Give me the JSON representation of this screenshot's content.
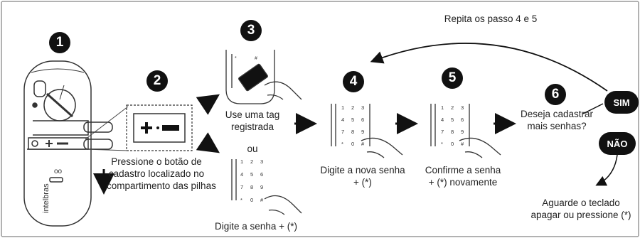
{
  "steps": [
    {
      "number": "1"
    },
    {
      "number": "2",
      "caption_lines": [
        "Pressione o botão de",
        "cadastro localizado no",
        "compartimento das pilhas"
      ]
    },
    {
      "number": "3",
      "caption_lines": [
        "Use uma tag",
        "registrada"
      ],
      "or_label": "ou",
      "alt_caption": "Digite a senha + (*)"
    },
    {
      "number": "4",
      "caption_lines": [
        "Digite a nova senha",
        "+ (*)"
      ]
    },
    {
      "number": "5",
      "caption_lines": [
        "Confirme a senha",
        "+ (*) novamente"
      ]
    },
    {
      "number": "6",
      "caption_lines": [
        "Deseja cadastrar",
        "mais senhas?"
      ]
    }
  ],
  "repeat_label": "Repita os passo 4 e 5",
  "yes_label": "SIM",
  "no_label": "NÃO",
  "no_caption_lines": [
    "Aguarde o teclado",
    "apagar ou pressione (*)"
  ],
  "keypad_keys": [
    "1",
    "2",
    "3",
    "4",
    "5",
    "6",
    "7",
    "8",
    "9",
    "*",
    "0",
    "#"
  ],
  "device_brand": "intelbras",
  "colors": {
    "ink": "#111111",
    "text": "#222222",
    "outline": "#555555"
  }
}
